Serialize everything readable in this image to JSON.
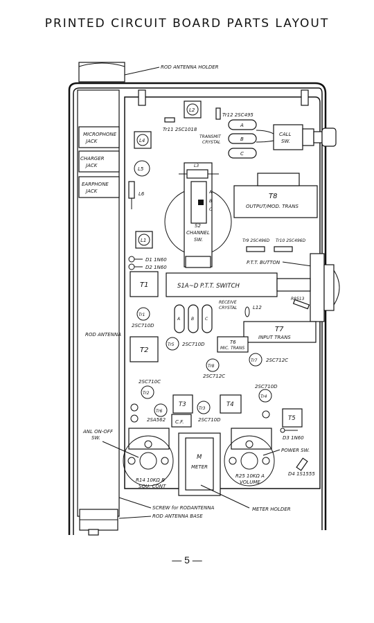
{
  "page": {
    "title": "PRINTED CIRCUIT BOARD PARTS LAYOUT",
    "page_number": "— 5 —"
  },
  "left_labels": {
    "rod_antenna_holder": "ROD ANTENNA HOLDER",
    "microphone_jack_1": "MICROPHONE",
    "microphone_jack_2": "JACK",
    "charger_jack_1": "CHARGER",
    "charger_jack_2": "JACK",
    "earphone_jack_1": "EARPHONE",
    "earphone_jack_2": "JACK",
    "rod_antenna": "ROD ANTENNA",
    "anl_sw_1": "ANL ON-OFF",
    "anl_sw_2": "SW.",
    "screw_rod_antenna": "SCREW for RODANTENNA",
    "rod_antenna_base": "ROD ANTENNA BASE",
    "meter_holder": "METER HOLDER"
  },
  "parts": {
    "l2": "L2",
    "l4": "L4",
    "l5": "L5",
    "l6": "L6",
    "l1": "L1",
    "l3": "L3",
    "tr11": "Tr11 2SC1018",
    "tr12": "Tr12 2SC495",
    "transmit_crystal_1": "TRANSMIT",
    "transmit_crystal_2": "CRYSTAL",
    "crystal_a": "A",
    "crystal_b": "B",
    "crystal_c": "C",
    "call_sw_1": "CALL",
    "call_sw_2": "SW.",
    "sw_a": "A",
    "sw_b": "B",
    "sw_c": "C",
    "s2_1": "S2",
    "s2_2": "CHANNEL",
    "s2_3": "SW.",
    "t8": "T8",
    "t8_desc": "OUTPUT/MOD. TRANS",
    "tr9": "Tr9 2SC496D",
    "tr10": "Tr10 2SC496D",
    "d1": "D1 1N60",
    "d2": "D2 1N60",
    "ptt_button": "P.T.T. BUTTON",
    "t1": "T1",
    "s1": "S1A~D P.T.T. SWITCH",
    "r8513": "R8513",
    "tr1": "Tr1",
    "tr1_type": "2SC710D",
    "receive_crystal_1": "RECEIVE",
    "receive_crystal_2": "CRYSTAL",
    "l12": "L12",
    "rx_a": "A",
    "rx_b": "B",
    "rx_c": "C",
    "t7": "T7",
    "t7_desc": "INPUT TRANS",
    "t2": "T2",
    "tr5": "Tr5",
    "tr5_type": "2SC710D",
    "t6": "T6",
    "t6_desc": "MIC. TRANS",
    "tr7": "Tr7",
    "tr7_type": "2SC712C",
    "tr8": "Tr8",
    "tr8_type": "2SC712C",
    "tr2_type": "2SC710C",
    "tr2": "Tr2",
    "tr6": "Tr6",
    "tr6_type": "2SA562",
    "t3": "T3",
    "tr3": "Tr3",
    "tr3_type": "2SC710D",
    "cf": "C.F.",
    "t4": "T4",
    "tr4_type": "2SC710D",
    "tr4": "Tr4",
    "t5": "T5",
    "d3": "D3 1N60",
    "power_sw": "POWER SW.",
    "d4": "D4 1S1555",
    "meter_1": "M",
    "meter_2": "METER",
    "r14_1": "R14 10KΩ B",
    "r14_2": "SQU. CONT",
    "r25_1": "R25 10KΩ A",
    "r25_2": "VOLUME"
  }
}
